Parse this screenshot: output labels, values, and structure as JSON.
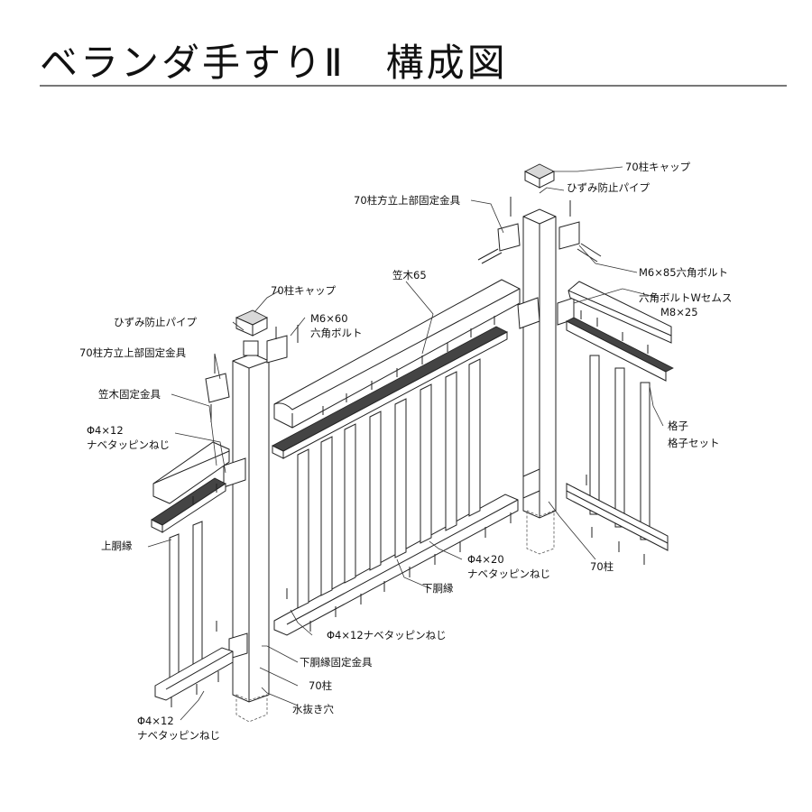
{
  "title": "ベランダ手すりⅡ　構成図",
  "labels": {
    "cap_right": "70柱キャップ",
    "pipe_right": "ひずみ防止パイプ",
    "bracket_right": "70柱方立上部固定金具",
    "bolt_m6x85": "M6×85六角ボルト",
    "bolt_w": "六角ボルトWセムス",
    "bolt_m8": "M8×25",
    "kasagi65": "笠木65",
    "cap_left": "70柱キャップ",
    "pipe_left": "ひずみ防止パイプ",
    "bolt_m6x60": "M6×60",
    "bolt_m6x60_b": "六角ボルト",
    "bracket_left": "70柱方立上部固定金具",
    "kasagi_bracket": "笠木固定金具",
    "screw_4x12_a": "Φ4×12",
    "screw_4x12_a2": "ナベタッピンねじ",
    "koshi": "格子",
    "koshi_set": "格子セット",
    "upper_rail": "上胴縁",
    "screw_4x20": "Φ4×20",
    "screw_4x20_b": "ナベタッピンねじ",
    "post_right": "70柱",
    "lower_rail": "下胴縁",
    "screw_4x12_b": "Φ4×12ナベタッピンねじ",
    "lower_bracket": "下胴縁固定金具",
    "post_left": "70柱",
    "drain": "水抜き穴",
    "screw_4x12_c": "Φ4×12",
    "screw_4x12_c2": "ナベタッピンねじ"
  }
}
